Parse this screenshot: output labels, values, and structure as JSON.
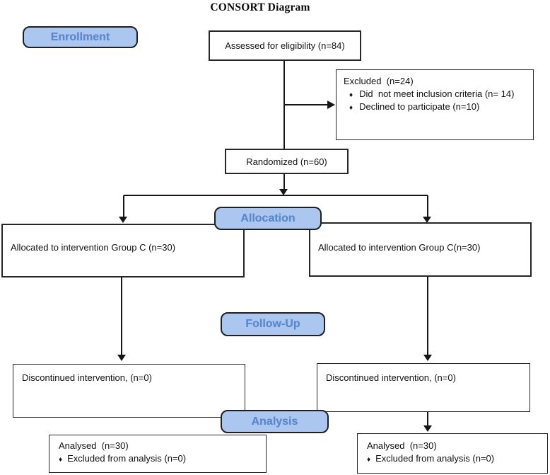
{
  "title": "CONSORT Diagram",
  "bullet_char": "♦",
  "stages": {
    "enrollment": "Enrollment",
    "allocation": "Allocation",
    "follow_up": "Follow-Up",
    "analysis": "Analysis"
  },
  "enrollment": {
    "assessed": "Assessed for eligibility (n=84)",
    "excluded": {
      "heading": "Excluded  (n=24)",
      "items": [
        "Did  not meet inclusion criteria (n= 14)",
        "Declined to participate (n=10)"
      ]
    },
    "randomized": "Randomized (n=60)"
  },
  "allocation": {
    "left": "Allocated to intervention Group C (n=30)",
    "right": "Allocated to intervention Group C(n=30)"
  },
  "follow_up": {
    "left": "Discontinued intervention, (n=0)",
    "right": "Discontinued intervention, (n=0)"
  },
  "analysis": {
    "left": {
      "heading": "Analysed  (n=30)",
      "items": [
        "Excluded from analysis (n=0)"
      ]
    },
    "right": {
      "heading": "Analysed  (n=30)",
      "items": [
        "Excluded from analysis (n=0)"
      ]
    }
  },
  "colors": {
    "stage_fill": "#abc7f0",
    "stage_text": "#5b87cc",
    "stage_border": "#1f1f1f",
    "box_border": "#262626",
    "line": "#161616"
  }
}
